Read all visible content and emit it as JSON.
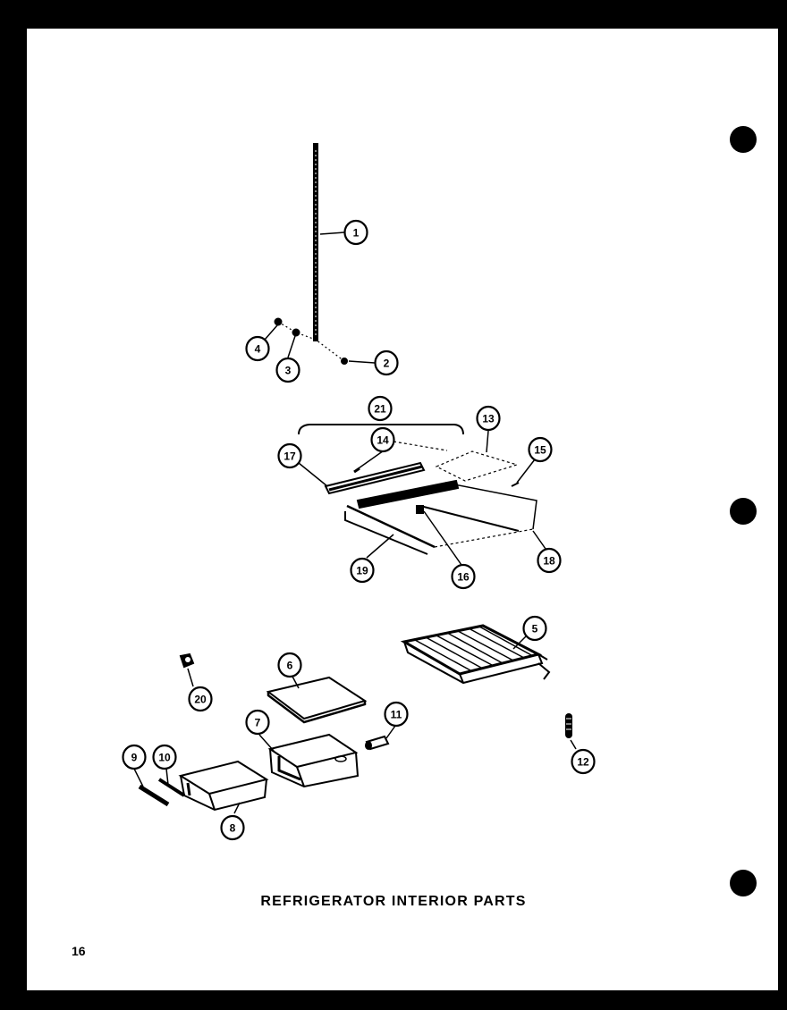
{
  "diagram": {
    "caption": "REFRIGERATOR INTERIOR PARTS",
    "page_number": "16",
    "callouts": [
      {
        "num": "1",
        "part": "rod"
      },
      {
        "num": "2",
        "part": "screw"
      },
      {
        "num": "3",
        "part": "fastener"
      },
      {
        "num": "4",
        "part": "fastener"
      },
      {
        "num": "5",
        "part": "wire-shelf"
      },
      {
        "num": "6",
        "part": "glass-shelf"
      },
      {
        "num": "7",
        "part": "crisper-pan"
      },
      {
        "num": "8",
        "part": "crisper-pan"
      },
      {
        "num": "9",
        "part": "slide"
      },
      {
        "num": "10",
        "part": "slide"
      },
      {
        "num": "11",
        "part": "bracket"
      },
      {
        "num": "12",
        "part": "spring"
      },
      {
        "num": "13",
        "part": "shelf-cover"
      },
      {
        "num": "14",
        "part": "clip"
      },
      {
        "num": "15",
        "part": "clip"
      },
      {
        "num": "16",
        "part": "clip"
      },
      {
        "num": "17",
        "part": "shelf-rail"
      },
      {
        "num": "18",
        "part": "shelf-frame"
      },
      {
        "num": "19",
        "part": "shelf-rail"
      },
      {
        "num": "20",
        "part": "knob"
      },
      {
        "num": "21",
        "part": "shelf-assembly"
      }
    ]
  },
  "colors": {
    "ink": "#000000",
    "paper": "#ffffff",
    "background": "#000000"
  }
}
